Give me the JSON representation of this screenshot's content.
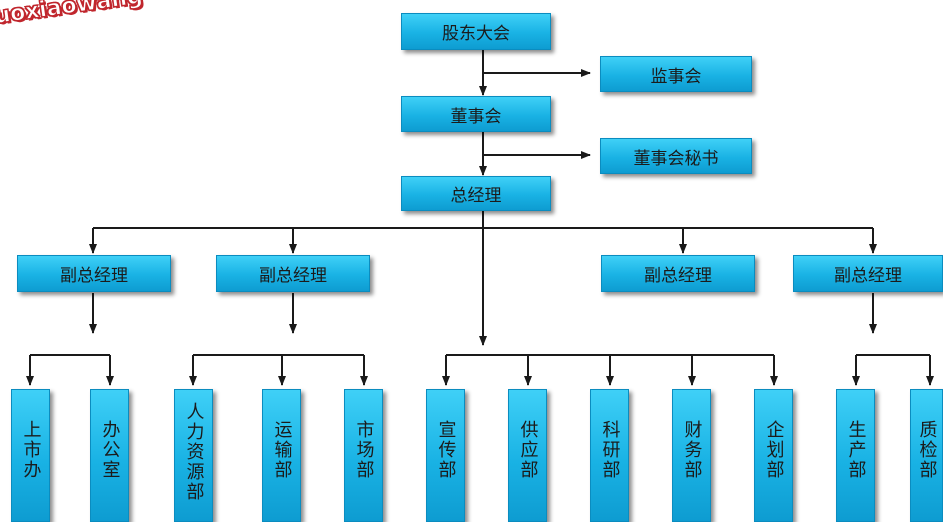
{
  "watermark": "uoxiaowang",
  "colors": {
    "box": "#19b2e4",
    "line": "#1a1a1a"
  },
  "nodes": {
    "shareholders": "股东大会",
    "supervisory": "监事会",
    "board": "董事会",
    "board_secretary": "董事会秘书",
    "general_manager": "总经理",
    "deputy_gm": [
      "副总经理",
      "副总经理",
      "副总经理",
      "副总经理"
    ]
  },
  "departments": [
    "上市办",
    "办公室",
    "人力资源部",
    "运输部",
    "市场部",
    "宣传部",
    "供应部",
    "科研部",
    "财务部",
    "企划部",
    "生产部",
    "质检部"
  ]
}
